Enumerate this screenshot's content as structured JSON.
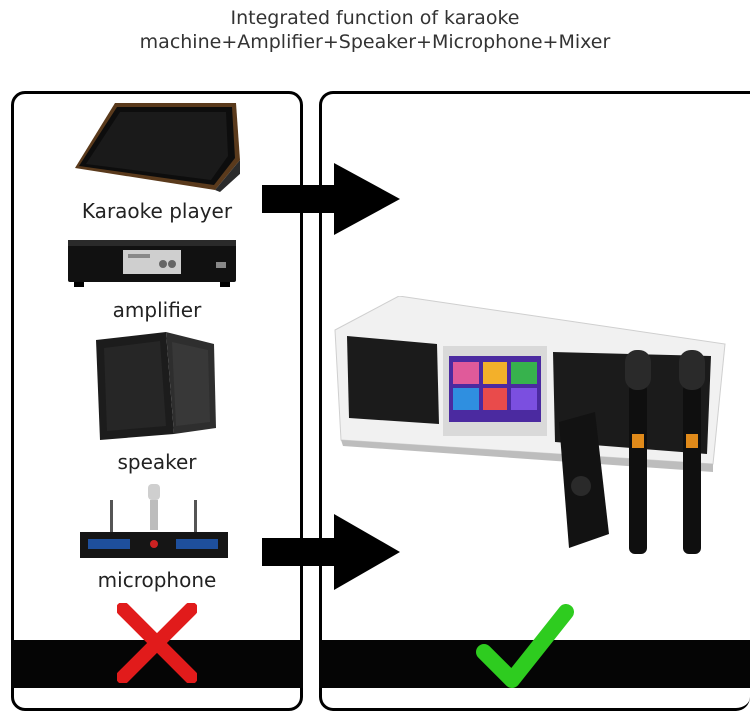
{
  "header": {
    "line1": "Integrated function of karaoke",
    "line2": "machine+Amplifier+Speaker+Microphone+Mixer"
  },
  "left_panel": {
    "items": [
      {
        "label": "Karaoke player",
        "icon": "karaoke-player-icon"
      },
      {
        "label": "amplifier",
        "icon": "amplifier-icon"
      },
      {
        "label": "speaker",
        "icon": "speaker-icon"
      },
      {
        "label": "microphone",
        "icon": "microphone-receiver-icon"
      }
    ],
    "mark": "cross-icon",
    "mark_color": "#e11b1b"
  },
  "right_panel": {
    "product": "all-in-one-karaoke-soundbar",
    "mark": "check-icon",
    "mark_color": "#2ecc1f"
  },
  "colors": {
    "frame": "#000000",
    "bar": "#050505",
    "text": "#222222"
  }
}
